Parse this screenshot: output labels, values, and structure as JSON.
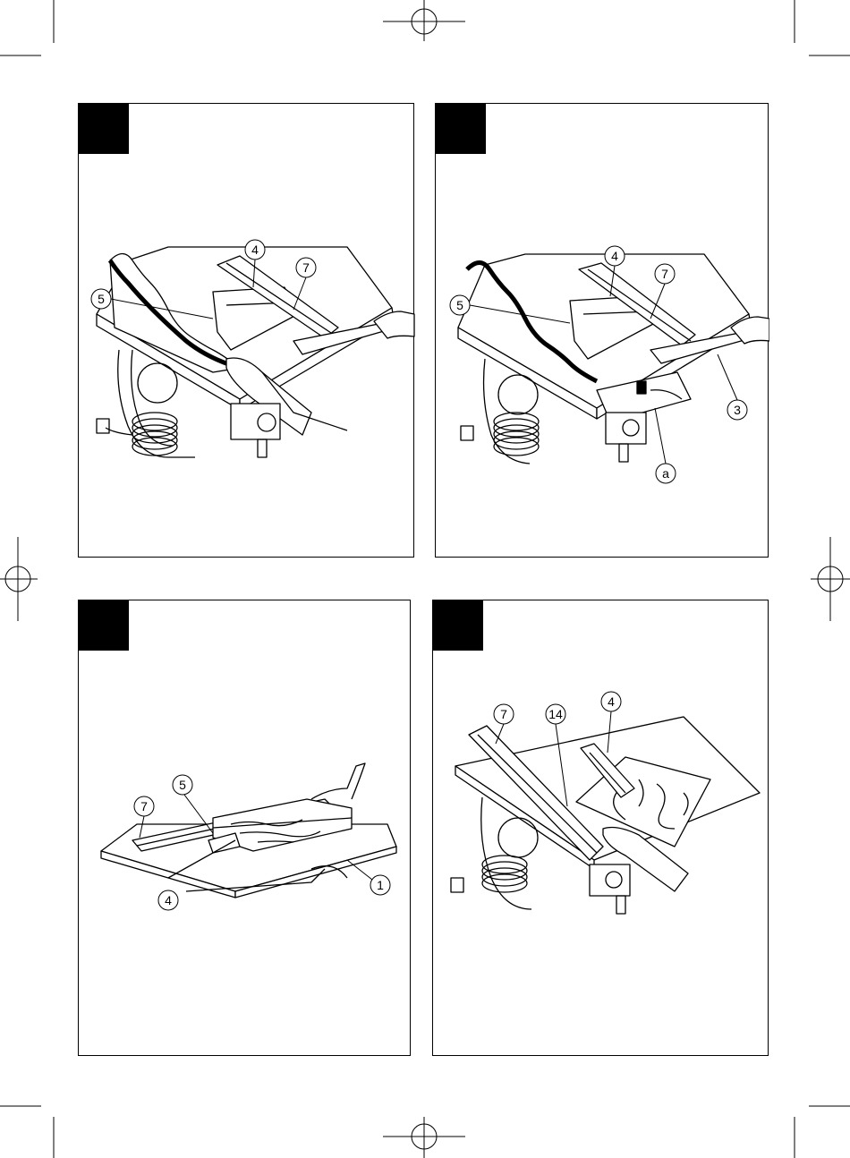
{
  "panels": [
    {
      "id": "top-left",
      "callouts": {
        "c4": "4",
        "c7": "7",
        "c5": "5"
      }
    },
    {
      "id": "top-right",
      "callouts": {
        "c4": "4",
        "c7": "7",
        "c5": "5",
        "c3": "3",
        "ca": "a"
      }
    },
    {
      "id": "bottom-left",
      "callouts": {
        "c7": "7",
        "c5": "5",
        "c1": "1",
        "c4": "4"
      }
    },
    {
      "id": "bottom-right",
      "callouts": {
        "c7": "7",
        "c14": "14",
        "c4": "4"
      }
    }
  ]
}
